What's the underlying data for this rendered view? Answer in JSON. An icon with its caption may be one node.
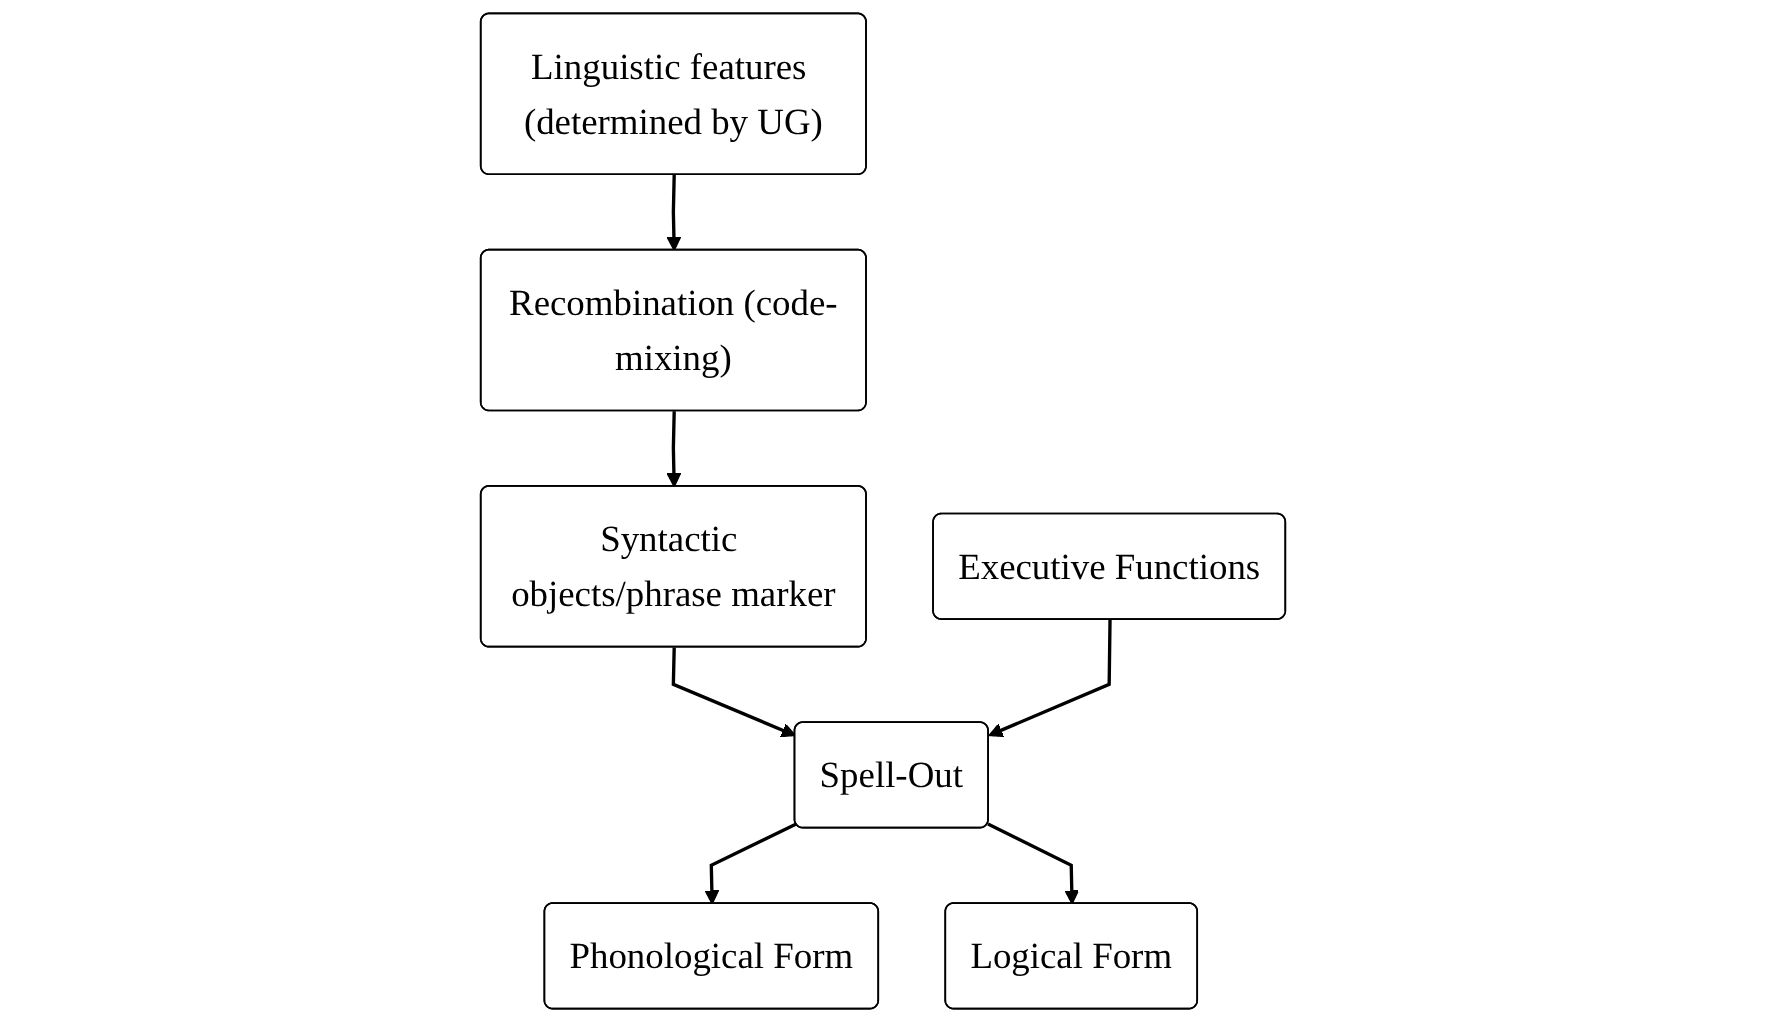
{
  "diagram": {
    "nodes": [
      {
        "text": [
          "Linguistic features (determined by UG)"
        ]
      },
      {
        "text": [
          "Recombination (code-mixing)"
        ]
      },
      {
        "text": [
          "Syntactic objects/phrase marker"
        ]
      },
      {
        "text": [
          "Spell-Out"
        ]
      },
      {
        "text": [
          "Executive Functions"
        ]
      },
      {
        "text": [
          "Phonological Form"
        ]
      },
      {
        "text": [
          "Logical Form"
        ]
      }
    ],
    "edges": [
      {
        "from": 0,
        "to": 1,
        "arrow": "to"
      },
      {
        "from": 1,
        "to": 2,
        "arrow": "to"
      },
      {
        "from": 2,
        "to": 3,
        "arrow": "to"
      },
      {
        "from": 4,
        "to": 3,
        "arrow": "to"
      },
      {
        "from": 3,
        "to": 5,
        "arrow": "to"
      },
      {
        "from": 3,
        "to": 6,
        "arrow": "to"
      }
    ]
  }
}
